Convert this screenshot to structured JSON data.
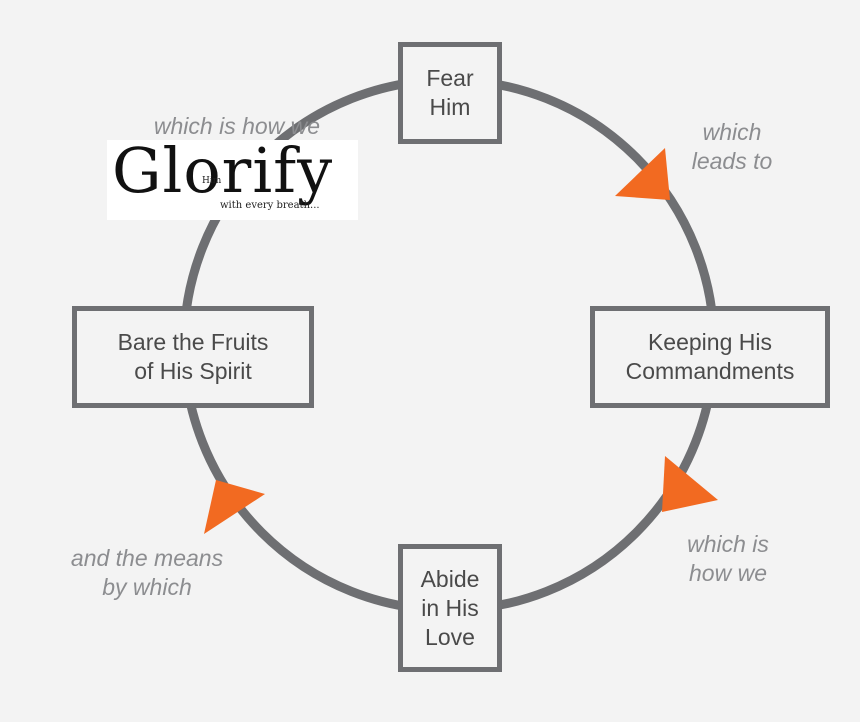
{
  "nodes": {
    "fear": "Fear\nHim",
    "keeping": "Keeping His\nCommandments",
    "abide": "Abide\nin His\nLove",
    "fruits": "Bare the Fruits\nof His Spirit"
  },
  "captions": {
    "leads_to": "which\nleads to",
    "how_we_right": "which is\nhow we",
    "means_by_which": "and the means\nby which",
    "how_we_top": "which is how we"
  },
  "logo": {
    "word": "Glorify",
    "small": "Him",
    "tagline": "with every breath..."
  },
  "colors": {
    "ring": "#6e6f72",
    "arrow": "#f26a21",
    "box_border": "#6e6f72",
    "caption": "#8c8d90"
  }
}
